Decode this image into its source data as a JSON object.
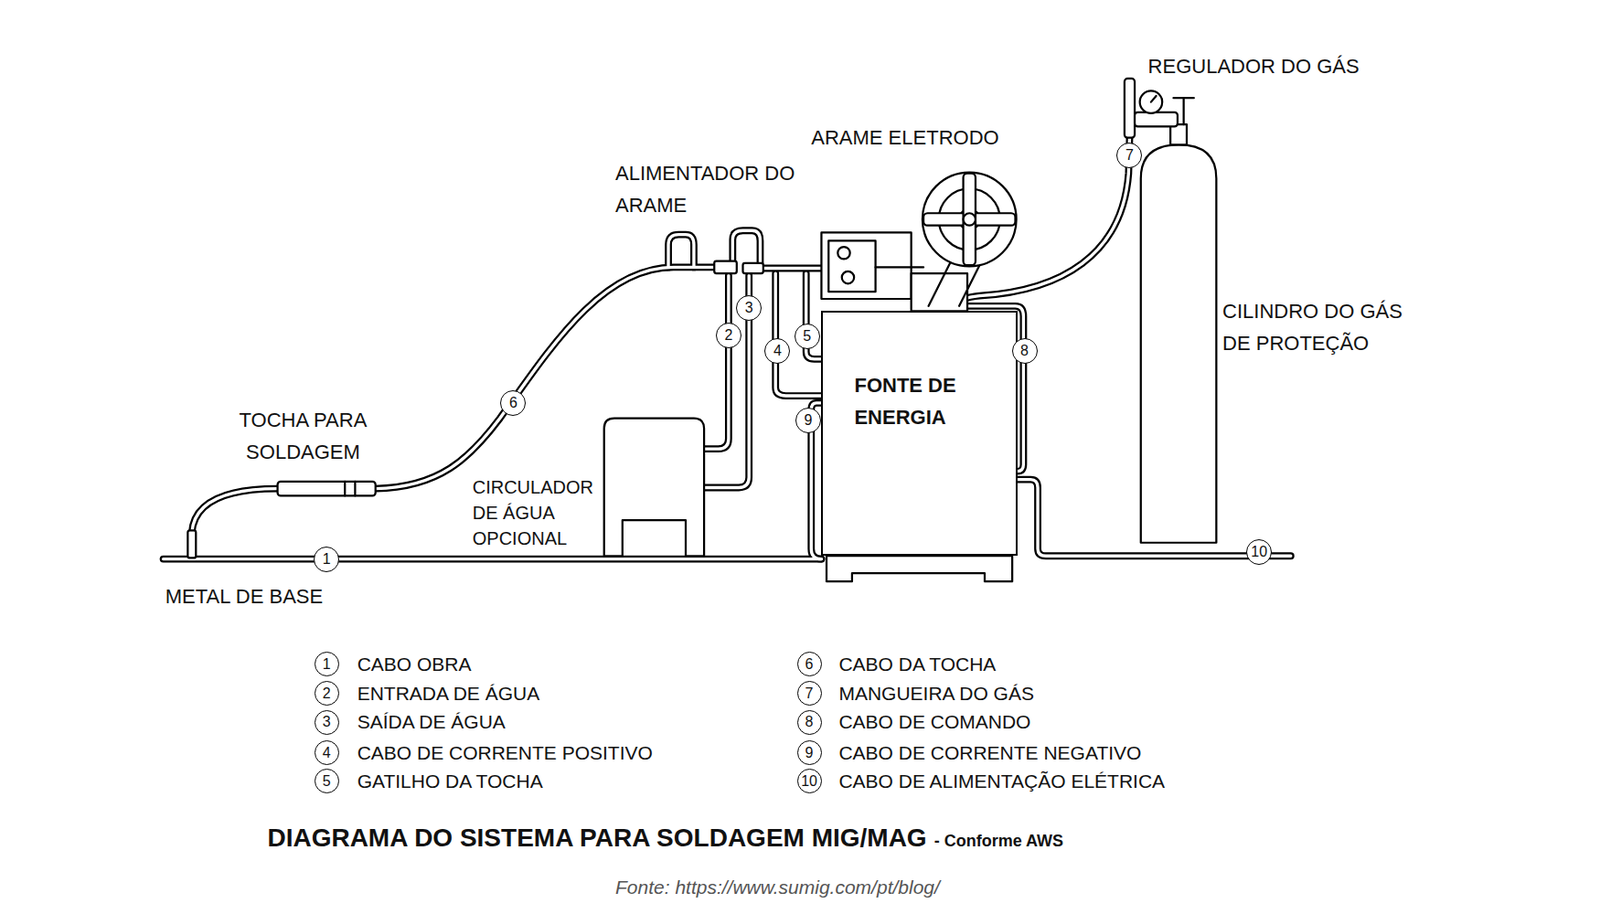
{
  "diagram": {
    "title": "DIAGRAMA DO SISTEMA PARA SOLDAGEM MIG/MAG",
    "caption": "Fonte: https://www.sumig.com/pt/blog/",
    "nodes": [
      {
        "text": [
          "FONTE DE ENERGIA"
        ]
      }
    ],
    "labels": [
      "REGULADOR DO GÁS",
      "ARAME ELETRODO",
      "ALIMENTADOR DO ARAME",
      "CILINDRO DO GÁS DE PROTEÇÃO",
      "TOCHA PARA SOLDAGEM",
      "CIRCULADOR DE ÁGUA OPCIONAL",
      "METAL DE BASE",
      "1",
      "2",
      "3",
      "4",
      "5",
      "6",
      "7",
      "8",
      "9",
      "10",
      "1",
      "2",
      "3",
      "4",
      "5",
      "6",
      "7",
      "8",
      "9",
      "10",
      "- Conforme AWS"
    ],
    "legend": [
      {
        "text": "CABO OBRA"
      },
      {
        "text": "ENTRADA DE ÁGUA"
      },
      {
        "text": "SAÍDA DE ÁGUA"
      },
      {
        "text": "CABO DE CORRENTE POSITIVO"
      },
      {
        "text": "GATILHO DA TOCHA"
      },
      {
        "text": "CABO DA TOCHA"
      },
      {
        "text": "MANGUEIRA DO GÁS"
      },
      {
        "text": "CABO DE COMANDO"
      },
      {
        "text": "CABO DE CORRENTE NEGATIVO"
      },
      {
        "text": "CABO DE ALIMENTAÇÃO ELÉTRICA"
      }
    ]
  }
}
